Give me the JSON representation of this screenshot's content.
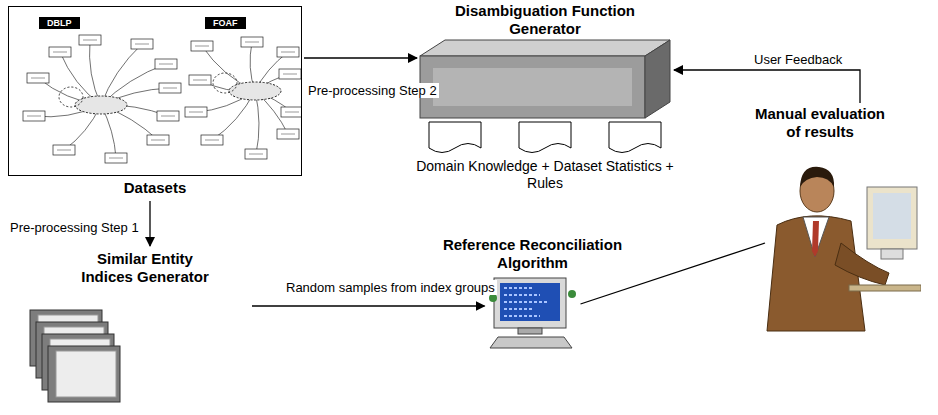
{
  "diagram": {
    "nodes": [
      {
        "text": [
          "Datasets"
        ]
      },
      {
        "text": [
          "Disambiguation Function Generator",
          "Domain Knowledge + Dataset Statistics + Rules"
        ]
      },
      {
        "text": [
          "Similar Entity Indices Generator"
        ]
      },
      {
        "text": [
          "Reference Reconciliation Algorithm"
        ]
      },
      {
        "text": [
          "Manual evaluation of results"
        ]
      }
    ],
    "edges": [
      {
        "from": 0,
        "to": 1,
        "arrow": "to",
        "label": "Pre-processing Step 2"
      },
      {
        "from": 0,
        "to": 2,
        "arrow": "to",
        "label": "Pre-processing Step 1"
      },
      {
        "from": 2,
        "to": 3,
        "arrow": "to",
        "label": "Random samples from index groups"
      },
      {
        "from": 3,
        "to": 4,
        "arrow": "none"
      },
      {
        "from": 4,
        "to": 1,
        "arrow": "to",
        "label": "User Feedback"
      }
    ],
    "labels": [
      "DBLP",
      "FOAF"
    ]
  }
}
